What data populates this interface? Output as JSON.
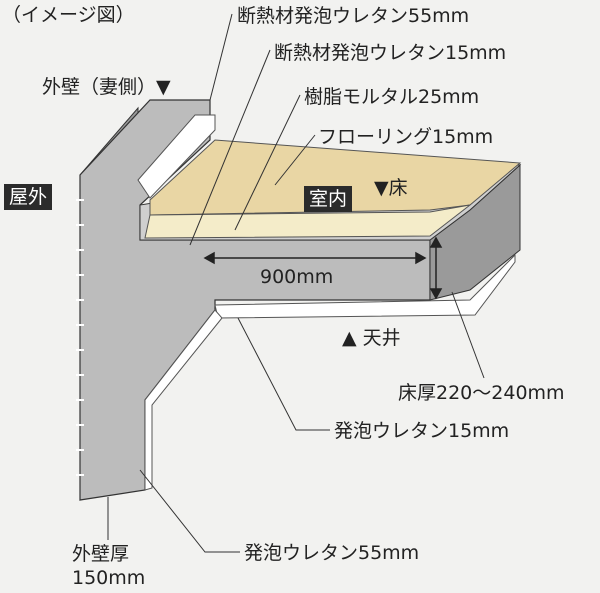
{
  "caption": "（イメージ図）",
  "labels": {
    "outer_wall_gable": "外壁（妻側）▼",
    "insulation_55": "断熱材発泡ウレタン55mm",
    "insulation_15": "断熱材発泡ウレタン15mm",
    "resin_mortar": "樹脂モルタル25mm",
    "flooring": "フローリング15mm",
    "outdoor": "屋外",
    "indoor": "室内",
    "floor_mark": "▼床",
    "span": "900mm",
    "ceiling": "▲ 天井",
    "floor_thickness": "床厚220〜240mm",
    "foam_15": "発泡ウレタン15mm",
    "wall_thickness_1": "外壁厚",
    "wall_thickness_2": "150mm",
    "foam_55": "発泡ウレタン55mm"
  },
  "colors": {
    "background": "#f2f2f0",
    "concrete": "#bcbcbc",
    "concrete_dark": "#8d8d8d",
    "flooring": "#e9d6a4",
    "mortar": "#f4ecc9",
    "label_bg": "#2b2b2b"
  }
}
